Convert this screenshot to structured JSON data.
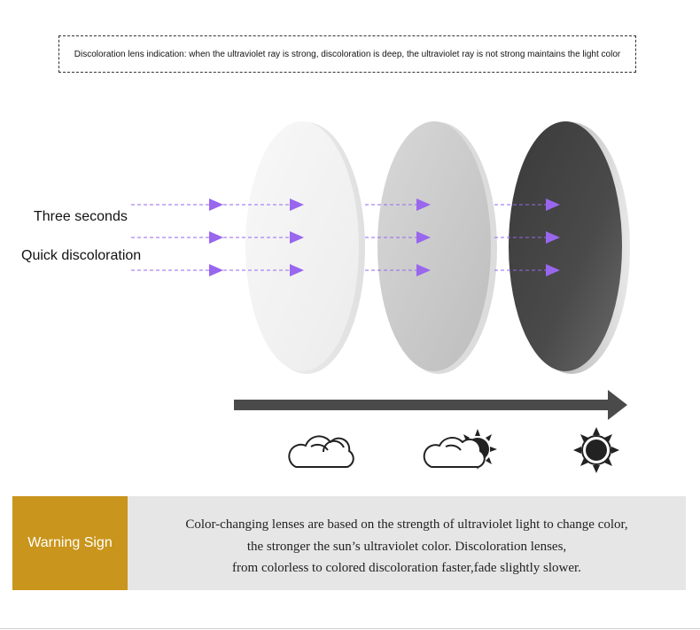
{
  "notice": "Discoloration lens indication: when the ultraviolet ray is strong, discoloration is deep, the ultraviolet ray is not strong maintains the light color",
  "labels": {
    "line1": "Three seconds",
    "line2": "Quick discoloration"
  },
  "icons": [
    "cloud-icon",
    "cloud-sun-icon",
    "sun-icon"
  ],
  "colors": {
    "arrow": "#9966ee",
    "progress_bar": "#4a4a4a",
    "warning_tag": "#c9951c",
    "warning_box": "#e6e6e6"
  },
  "warning": {
    "tag": "Warning Sign",
    "lines": [
      "Color-changing lenses are based on the strength of ultraviolet light to change color,",
      "the stronger the sun’s ultraviolet color. Discoloration lenses,",
      "from colorless to colored discoloration faster,fade slightly slower."
    ]
  }
}
